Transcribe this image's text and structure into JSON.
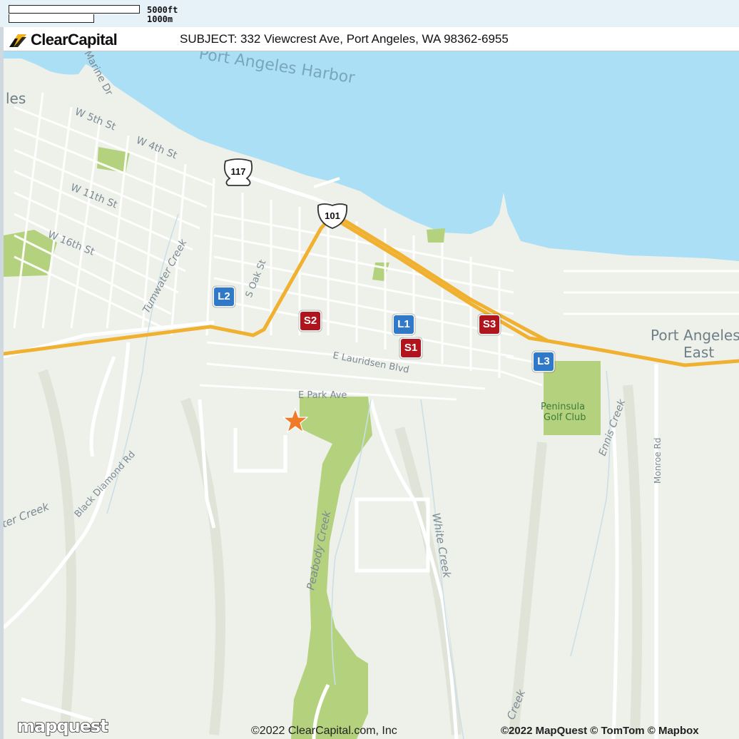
{
  "scale": {
    "label_ft": "5000ft",
    "label_m": "1000m"
  },
  "header": {
    "brand": "ClearCapital",
    "subject": "SUBJECT: 332 Viewcrest Ave, Port Angeles, WA  98362-6955"
  },
  "labels": {
    "harbor": "Port Angeles Harbor",
    "city_fragment": "les",
    "marine_dr": "Marine Dr",
    "w5th": "W 5th St",
    "w4th": "W 4th St",
    "w11th": "W 11th St",
    "w16th": "W 16th St",
    "tumwater": "Tumwater Creek",
    "s_oak": "S Oak St",
    "lauridsen": "E Lauridsen Blvd",
    "park_ave": "E Park Ave",
    "pa_east_1": "Port Angeles",
    "pa_east_2": "East",
    "golf_1": "Peninsula",
    "golf_2": "Golf Club",
    "ennis": "Ennis Creek",
    "monroe": "Monroe Rd",
    "black_diamond": "Black Diamond Rd",
    "creek_left": "ter Creek",
    "peabody": "Peabody Creek",
    "white_creek": "White Creek",
    "creek_bottom": "Creek"
  },
  "shields": {
    "hwy117": "117",
    "hwy101": "101"
  },
  "markers": {
    "s1": "S1",
    "s2": "S2",
    "s3": "S3",
    "l1": "L1",
    "l2": "L2",
    "l3": "L3"
  },
  "footer": {
    "mapquest": "mapquest",
    "copyright_cc": "©2022 ClearCapital.com, Inc",
    "copyright_mq": "©2022 MapQuest © TomTom © Mapbox"
  },
  "colors": {
    "water": "#aadff5",
    "land": "#eef0ea",
    "park": "#b4d27e",
    "highway": "#f0b030",
    "red_marker": "#b0141c",
    "blue_marker": "#2f79c8",
    "star": "#f07a28"
  }
}
